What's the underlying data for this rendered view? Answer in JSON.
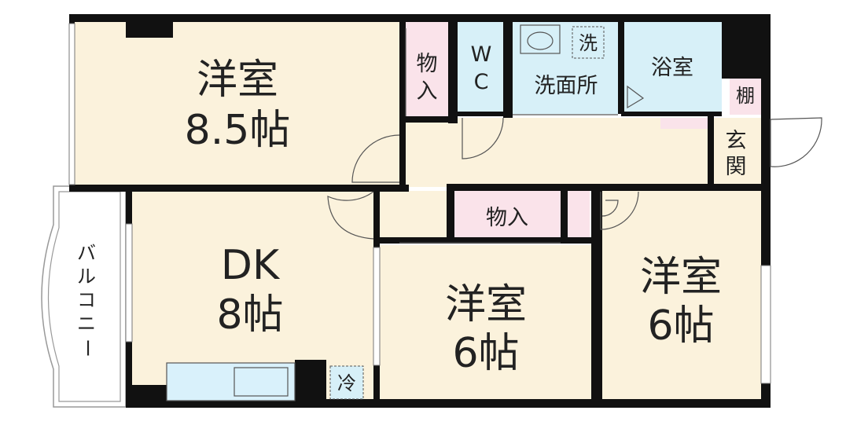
{
  "rooms": {
    "western_1": {
      "name": "洋室",
      "size": "8.5帖"
    },
    "dk": {
      "name": "DK",
      "size": "8帖"
    },
    "western_2": {
      "name": "洋室",
      "size": "6帖"
    },
    "western_3": {
      "name": "洋室",
      "size": "6帖"
    },
    "storage_1": {
      "line1": "物",
      "line2": "入"
    },
    "storage_2": {
      "name": "物入"
    },
    "wc": {
      "line1": "W",
      "line2": "C"
    },
    "washroom": {
      "name": "洗面所"
    },
    "washer": {
      "name": "洗"
    },
    "bath": {
      "name": "浴室"
    },
    "shelf": {
      "name": "棚"
    },
    "entrance": {
      "line1": "玄",
      "line2": "関"
    },
    "fridge": {
      "name": "冷"
    },
    "balcony": {
      "c1": "バ",
      "c2": "ル",
      "c3": "コ",
      "c4": "ニ",
      "c5": "ー"
    }
  },
  "colors": {
    "wall": "#111111",
    "room": "#fbf2dc",
    "storage": "#fae3ea",
    "wet": "#d7f0f8",
    "kitchen": "#d9f1fb",
    "balcony": "#ffffff"
  }
}
